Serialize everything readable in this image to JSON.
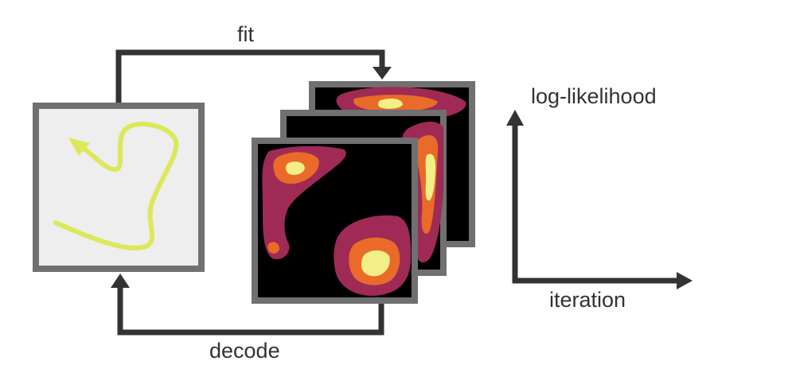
{
  "labels": {
    "fit": "fit",
    "decode": "decode",
    "y_axis": "log-likelihood",
    "x_axis": "iteration"
  },
  "colors": {
    "frame": "#707070",
    "arrow": "#333333",
    "trajectory_panel_bg": "#eeeeee",
    "trajectory": "#dce85a",
    "map_bg": "#000000",
    "level_low": "#9e2a55",
    "level_mid": "#ea6a2a",
    "level_high": "#f2ef86"
  },
  "icons": {
    "trajectory": "trajectory-arrow-icon",
    "fit_arrow": "fit-loop-arrow",
    "decode_arrow": "decode-loop-arrow",
    "axis_y": "y-axis-arrow",
    "axis_x": "x-axis-arrow"
  }
}
